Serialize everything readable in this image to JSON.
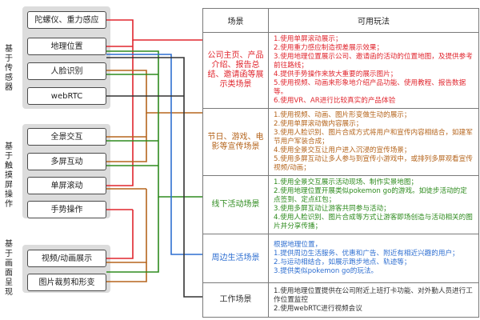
{
  "categories": [
    {
      "id": "sensor",
      "label": "基于传感器"
    },
    {
      "id": "touch",
      "label": "基于触摸屏操作"
    },
    {
      "id": "display",
      "label": "基于画面呈现"
    }
  ],
  "features": [
    {
      "id": "gyro",
      "label": "陀螺仪、重力感应"
    },
    {
      "id": "geo",
      "label": "地理位置"
    },
    {
      "id": "face",
      "label": "人脸识别"
    },
    {
      "id": "webrtc",
      "label": "webRTC"
    },
    {
      "id": "panorama",
      "label": "全景交互"
    },
    {
      "id": "multiscreen",
      "label": "多屏互动"
    },
    {
      "id": "singlescroll",
      "label": "单屏滚动"
    },
    {
      "id": "gesture",
      "label": "手势操作"
    },
    {
      "id": "video",
      "label": "视频/动画展示"
    },
    {
      "id": "crop",
      "label": "图片裁剪和形变"
    }
  ],
  "table": {
    "header_scene": "场景",
    "header_play": "可用玩法",
    "rows": [
      {
        "scene": "公司主页、产品介绍、报告总结、邀请函等展示类场景",
        "color": "#e0262e",
        "items": [
          "1.使用单屏滚动展示；",
          "2.使用重力感应制造视差展示效果；",
          "3.使用地理位置展示公司、邀请函的活动的位置地图，及提供参考前往路线；",
          "4.提供手势操作来放大重要的展示图片；",
          "5.使用视频、动画来形象地介绍产品功能、使用教程、报告数据等。",
          "6.使用VR、AR进行比较真实的产品体验"
        ]
      },
      {
        "scene": "节日、游戏、电影等宣传场景",
        "color": "#b5651d",
        "items": [
          "1.使用视频、动画、图片形变做生动的展示；",
          "2.使用单屏滚动做内容展示；",
          "3.使用人脸识别、图片合成方式将用户和宣传内容相结合，如建军节用户军装合成；",
          "4.使用全景交互让用户进入沉浸的宣传场景；",
          "5.使用多屏互动让多人参与到宣传小游戏中，或排列多屏观看宣传视频/动画；"
        ]
      },
      {
        "scene": "线下活动场景",
        "color": "#2e8b1e",
        "items": [
          "1.使用全景交互展示活动现场、制作实景地图；",
          "2.使用地理位置开展类似pokemon go的游戏。如徒步活动的定点签到、定点红包；",
          "3.使用多屏互动让游客共同参与活动；",
          "4.使用人脸识别、图片合成等方式让游客即场创造与活动相关的图片并分享传播；"
        ]
      },
      {
        "scene": "周边生活场景",
        "color": "#2f6fd1",
        "items": [
          "根据地理位置，",
          "1.提供周边生活服务、优惠和广告、附近有相近兴趣的用户；",
          "2.与运动相结合，如展示跑步地点、轨迹等；",
          "3.提供类似pokemon go的玩法。"
        ]
      },
      {
        "scene": "工作场景",
        "color": "#333333",
        "items": [
          "1.使用地理位置提供在公司附近上班打卡功能、对外勤人员进行工作位置监控",
          "2.使用webRTC进行视频会议"
        ]
      }
    ]
  }
}
